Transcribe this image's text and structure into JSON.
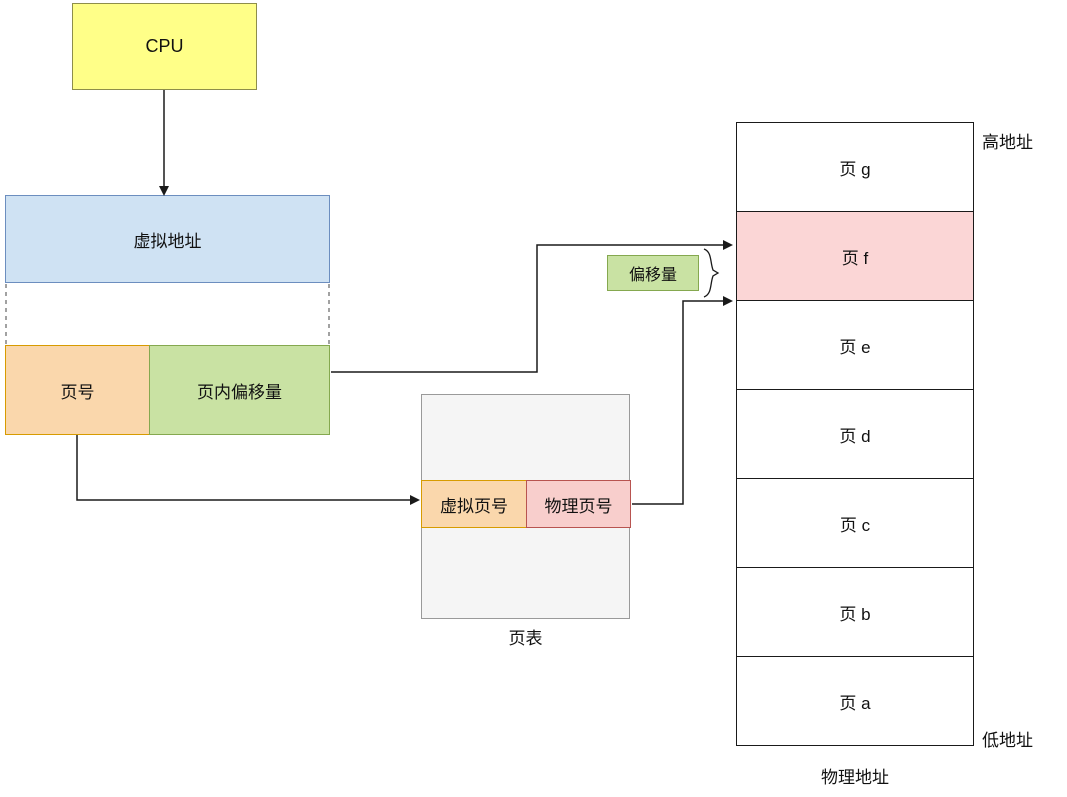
{
  "diagram": {
    "cpu": {
      "label": "CPU"
    },
    "virtual_address": {
      "label": "虚拟地址"
    },
    "page_number": {
      "label": "页号"
    },
    "page_offset": {
      "label": "页内偏移量"
    },
    "page_table": {
      "label": "页表",
      "virtual_page_col": "虚拟页号",
      "physical_page_col": "物理页号"
    },
    "offset": {
      "label": "偏移量"
    },
    "memory": {
      "label": "物理地址",
      "high_label": "高地址",
      "low_label": "低地址",
      "pages": [
        {
          "label": "页 g",
          "highlighted": false
        },
        {
          "label": "页 f",
          "highlighted": true
        },
        {
          "label": "页 e",
          "highlighted": false
        },
        {
          "label": "页 d",
          "highlighted": false
        },
        {
          "label": "页 c",
          "highlighted": false
        },
        {
          "label": "页 b",
          "highlighted": false
        },
        {
          "label": "页 a",
          "highlighted": false
        }
      ]
    },
    "colors": {
      "cpu_fill": "#FFFF88",
      "virtual_address_fill": "#CFE2F3",
      "page_number_fill": "#FAD7AC",
      "page_offset_fill": "#C9E2A3",
      "virtual_page_fill": "#FAD7AC",
      "physical_page_fill": "#F8CECC",
      "highlight_page_fill": "#FBD6D6",
      "offset_fill": "#C9E2A3",
      "page_table_fill": "#F5F5F5"
    }
  }
}
